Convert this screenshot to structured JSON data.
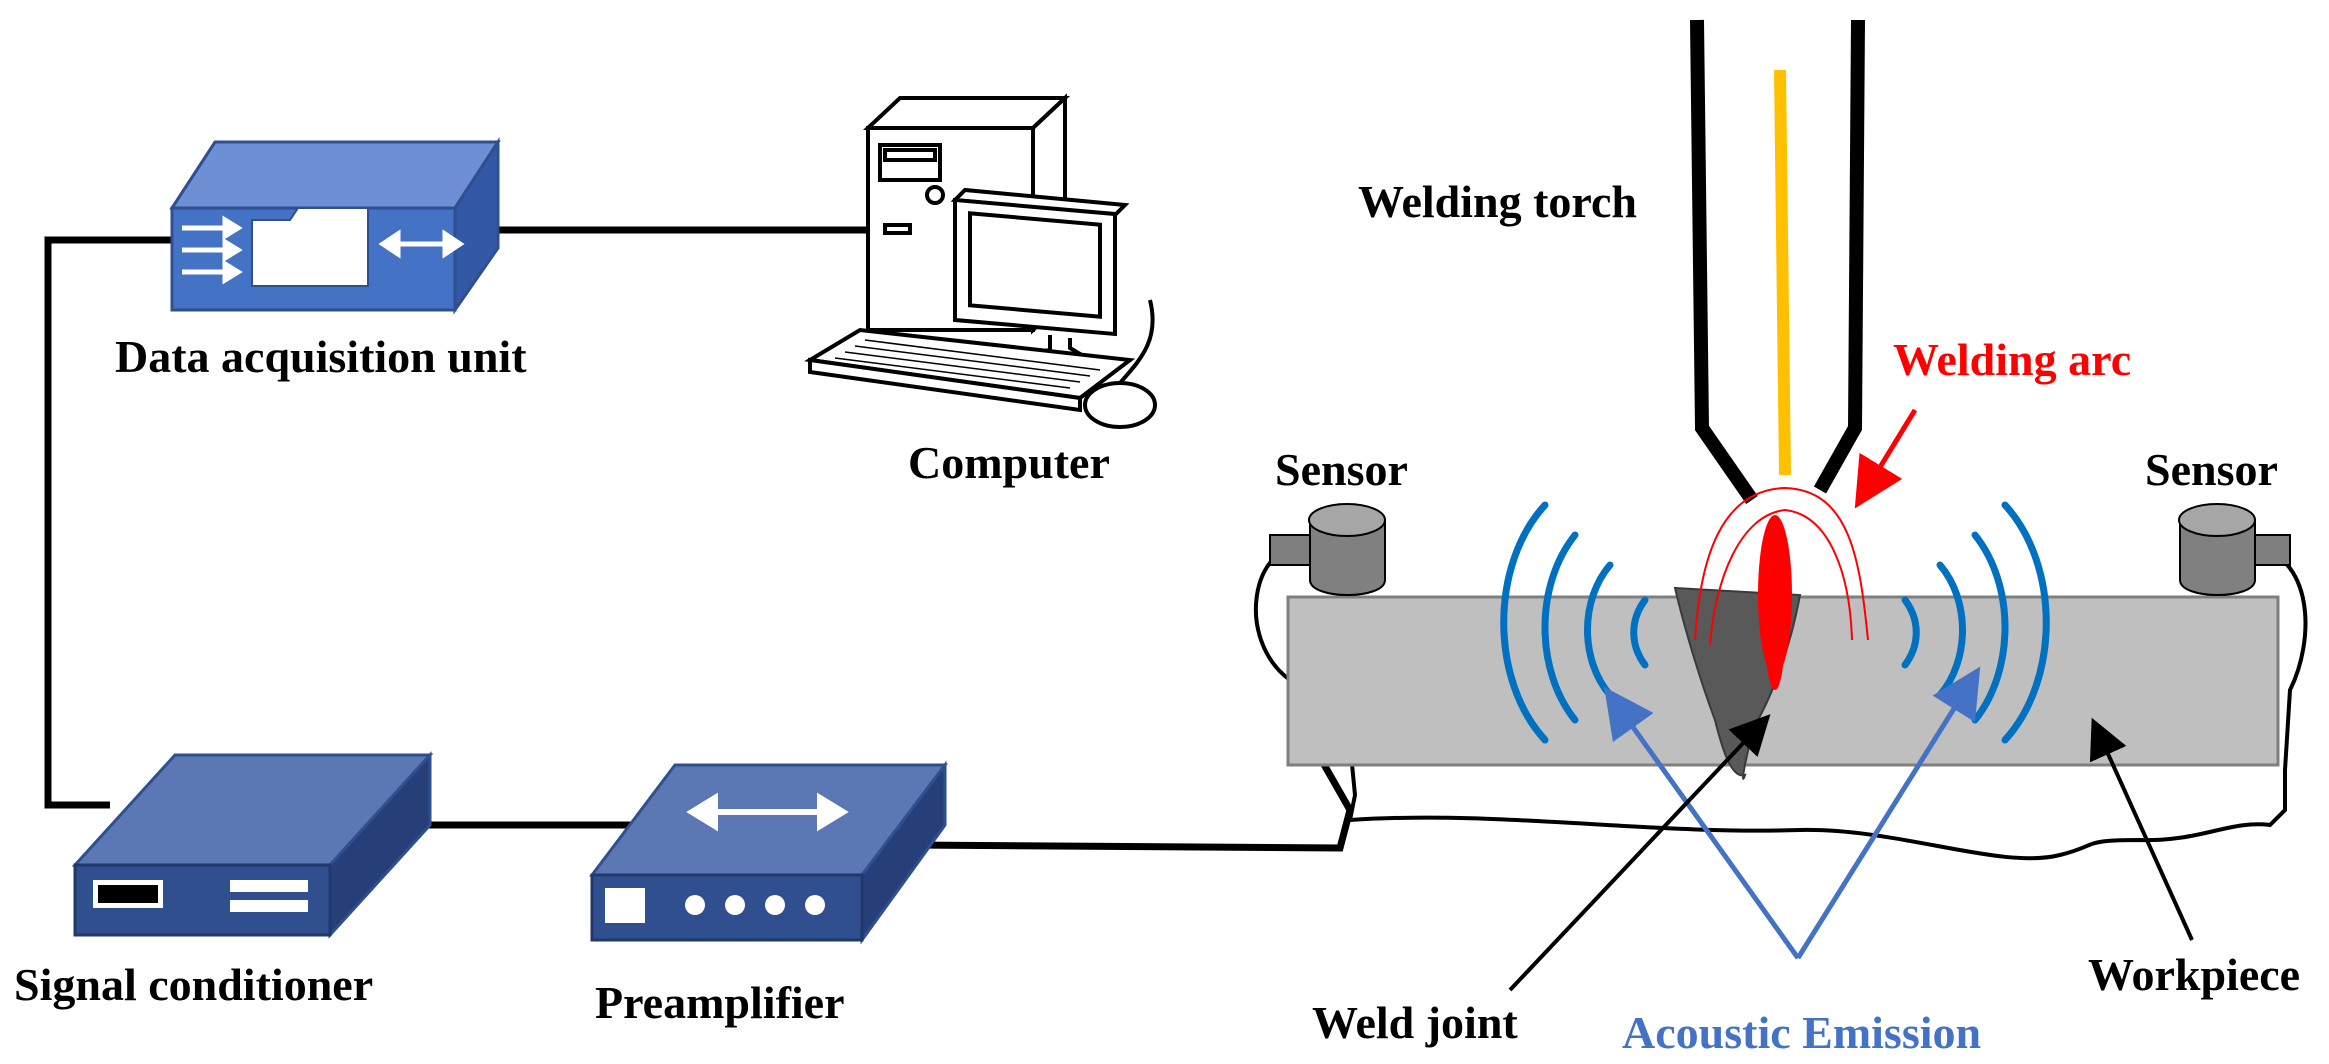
{
  "labels": {
    "data_acquisition_unit": "Data acquisition unit",
    "computer": "Computer",
    "welding_torch": "Welding torch",
    "welding_arc": "Welding arc",
    "sensor_left": "Sensor",
    "sensor_right": "Sensor",
    "signal_conditioner": "Signal conditioner",
    "preamplifier": "Preamplifier",
    "weld_joint": "Weld joint",
    "acoustic_emission": "Acoustic Emission",
    "workpiece": "Workpiece"
  },
  "colors": {
    "device_blue": "#4472c4",
    "device_dark": "#2f4f8f",
    "arc_red": "#ff0000",
    "wave_blue": "#0070c0",
    "emission_blue": "#4472c4",
    "electrode_yellow": "#ffc000",
    "workpiece_gray": "#bfbfbf",
    "weld_gray": "#595959"
  }
}
